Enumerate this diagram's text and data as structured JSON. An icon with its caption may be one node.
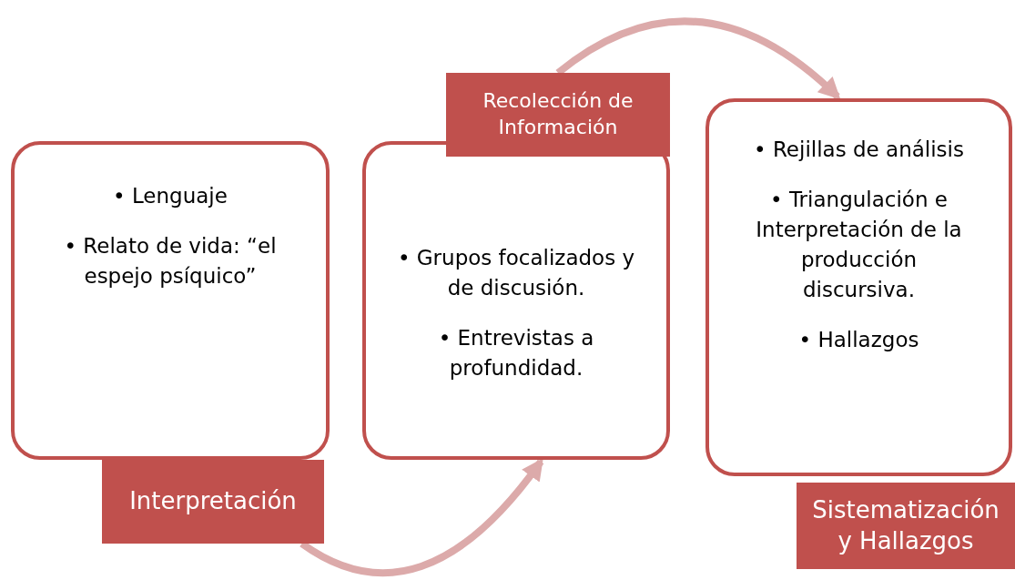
{
  "diagram": {
    "nodes": [
      {
        "text": [
          "• Lenguaje",
          "• Relato de vida: “el espejo psíquico”"
        ]
      },
      {
        "text": [
          "Interpretación"
        ]
      },
      {
        "text": [
          "• Grupos focalizados y de discusión.",
          "• Entrevistas  a profundidad."
        ]
      },
      {
        "text": [
          "Recolección de Información"
        ]
      },
      {
        "text": [
          "• Rejillas de análisis",
          "• Triangulación e Interpretación de la producción discursiva.",
          "• Hallazgos"
        ]
      },
      {
        "text": [
          "Sistematización y Hallazgos"
        ]
      }
    ],
    "edges": [
      {
        "from": 1,
        "to": 2,
        "arrow": "to",
        "color": "#dcaaaa"
      },
      {
        "from": 3,
        "to": 4,
        "arrow": "to",
        "color": "#dcaaaa"
      }
    ]
  }
}
